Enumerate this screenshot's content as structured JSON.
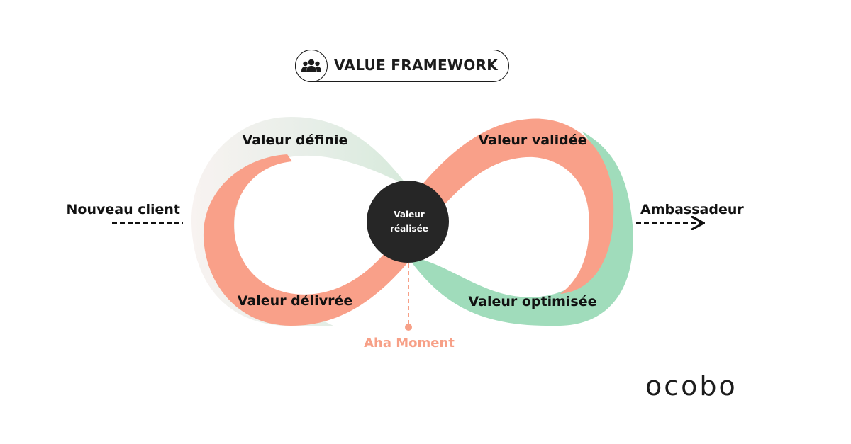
{
  "header": {
    "title": "VALUE FRAMEWORK",
    "icon": "users-icon"
  },
  "stages": {
    "defined": "Valeur définie",
    "validated": "Valeur validée",
    "delivered": "Valeur délivrée",
    "optimized": "Valeur optimisée"
  },
  "center": {
    "line1": "Valeur",
    "line2": "réalisée"
  },
  "entry_label": "Nouveau client",
  "exit_label": "Ambassadeur",
  "aha_label": "Aha Moment",
  "brand": "ocobo",
  "colors": {
    "salmon": "#F9A089",
    "green": "#A0DCBB",
    "green_light": "#DCEBDF",
    "cream": "#F7F1EE",
    "dark": "#262626",
    "aha": "#F7A087"
  }
}
